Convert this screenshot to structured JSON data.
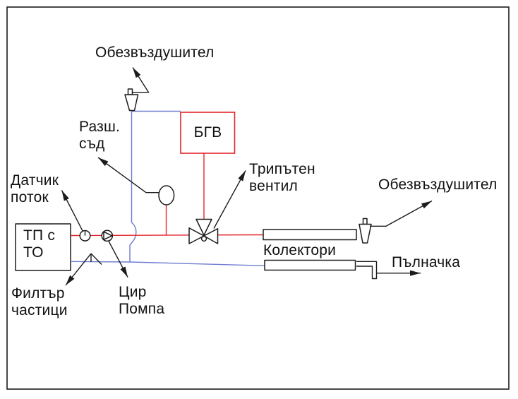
{
  "colors": {
    "hot_line": "#e3242b",
    "cold_line": "#6e7cd0",
    "line_black": "#1c1c1c",
    "text": "#111111",
    "background": "#ffffff"
  },
  "labels": {
    "air_vent_top": "Обезвъздушител",
    "expansion_vessel": "Разш.\nсъд",
    "dhw": "БГВ",
    "three_way_valve": "Трипътен\nвентил",
    "air_vent_right": "Обезвъздушител",
    "flow_sensor": "Датчик\nпоток",
    "substation": "ТП с\nТО",
    "particle_filter": "Филтър\nчастици",
    "circulation_pump": "Цир\nПомпа",
    "collectors": "Колектори",
    "filler": "Пълначка"
  },
  "symbols": {
    "air_vent": "funnel-with-nipple",
    "expansion_vessel": "ellipse-vessel",
    "flow_sensor": "circle-dial",
    "circulation_pump": "circle-with-triangle",
    "three_way_valve": "three-triangle-bowtie-with-stem-circle",
    "particle_filter": "diagonal-strainer",
    "substation": "black-rectangle-box",
    "dhw": "red-rectangle-box",
    "collector": "long-horizontal-rectangle",
    "filler_spout": "pipe-elbow-down"
  }
}
